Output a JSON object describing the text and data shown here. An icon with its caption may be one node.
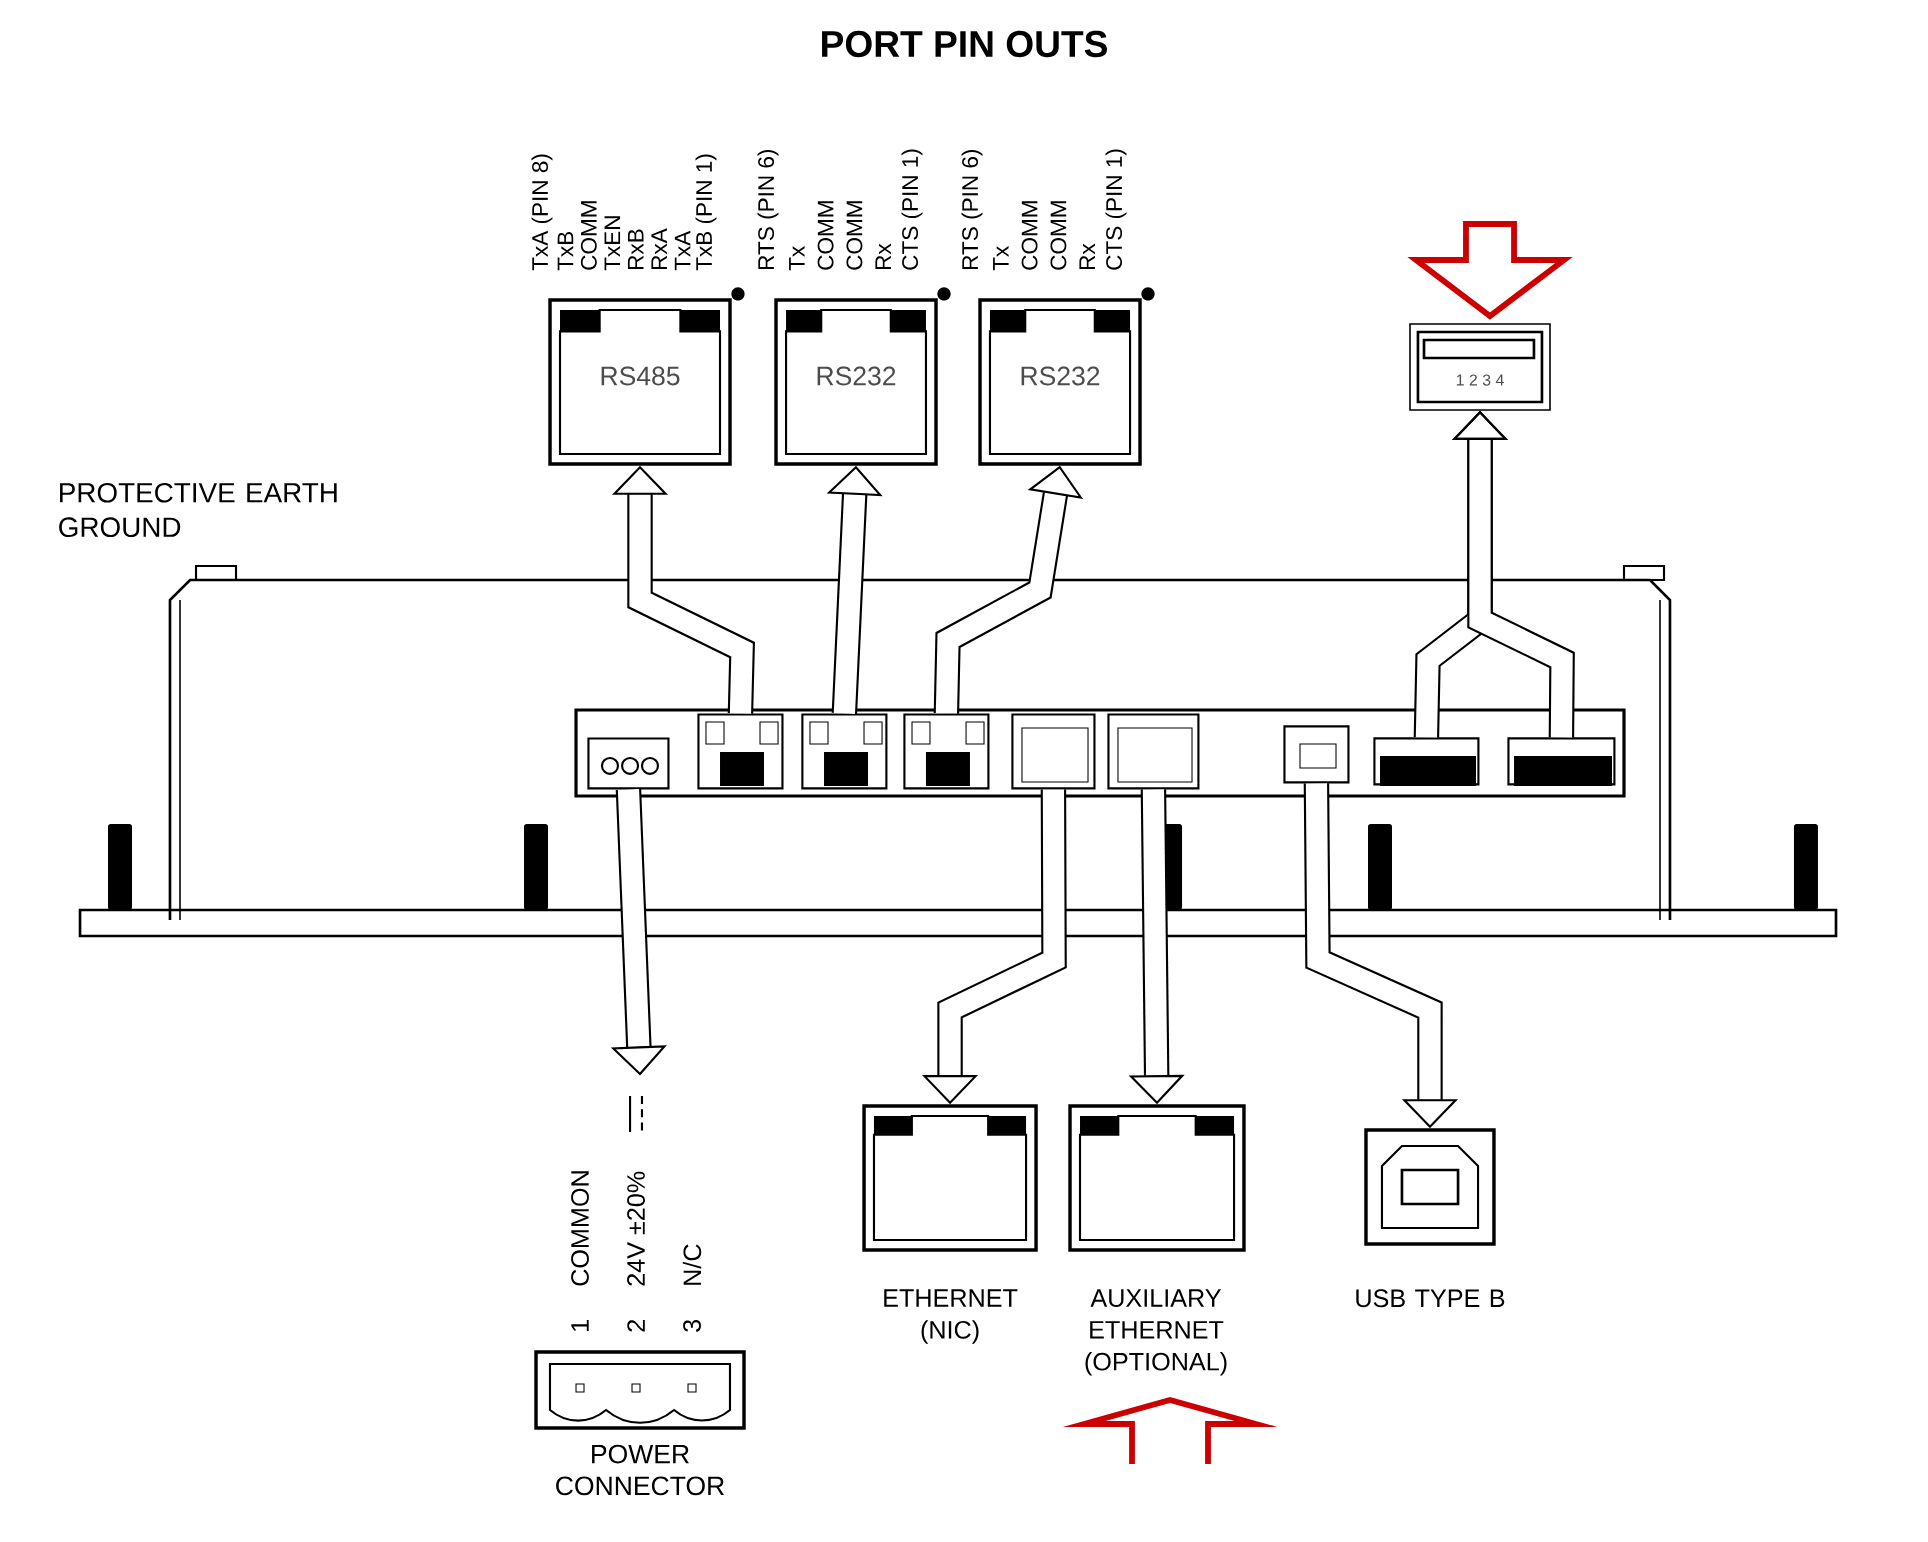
{
  "diagram": {
    "title": "PORT PIN OUTS",
    "nodes": [
      {
        "text": [
          "RS485"
        ],
        "beside": [
          "TxA (PIN 8)",
          "TxB",
          "COMM",
          "TxEN",
          "RxB",
          "RxA",
          "TxA",
          "TxB (PIN 1)"
        ]
      },
      {
        "text": [
          "RS232"
        ],
        "beside": [
          "RTS (PIN 6)",
          "Tx",
          "COMM",
          "COMM",
          "Rx",
          "CTS (PIN 1)"
        ]
      },
      {
        "text": [
          "RS232"
        ],
        "beside": [
          "RTS (PIN 6)",
          "Tx",
          "COMM",
          "COMM",
          "Rx",
          "CTS (PIN 1)"
        ]
      },
      {
        "text": [
          "1 2 3 4"
        ]
      },
      {
        "text": [],
        "shape": "box"
      },
      {
        "text": [],
        "shape": "picture",
        "in": 4
      },
      {
        "text": [],
        "shape": "picture",
        "in": 4
      },
      {
        "text": [],
        "shape": "picture",
        "in": 4
      },
      {
        "text": [],
        "shape": "picture",
        "in": 4
      },
      {
        "text": [],
        "shape": "picture",
        "in": 4
      },
      {
        "text": [],
        "shape": "picture",
        "in": 4
      },
      {
        "text": [],
        "shape": "picture",
        "in": 4
      },
      {
        "text": [],
        "shape": "picture",
        "in": 4
      },
      {
        "text": [],
        "shape": "picture",
        "in": 4
      },
      {
        "text": [
          "1",
          "COMMON",
          "2",
          "24V ±20%",
          "3",
          "N/C",
          "POWER CONNECTOR"
        ]
      },
      {
        "text": [
          "ETHERNET (NIC)"
        ]
      },
      {
        "text": [
          "AUXILIARY ETHERNET (OPTIONAL)"
        ]
      },
      {
        "text": [
          "USB TYPE B"
        ]
      }
    ],
    "edges": [
      {
        "from": 6,
        "to": 0,
        "arrow": "to"
      },
      {
        "from": 7,
        "to": 1,
        "arrow": "to"
      },
      {
        "from": 8,
        "to": 2,
        "arrow": "to"
      },
      {
        "from": 12,
        "to": 3,
        "arrow": "to"
      },
      {
        "from": 13,
        "to": 3,
        "arrow": "to"
      },
      {
        "from": 5,
        "to": 14,
        "arrow": "to"
      },
      {
        "from": 9,
        "to": 15,
        "arrow": "to"
      },
      {
        "from": 10,
        "to": 16,
        "arrow": "to"
      },
      {
        "from": 11,
        "to": 17,
        "arrow": "to"
      }
    ],
    "labels": [
      "PROTECTIVE EARTH GROUND"
    ]
  }
}
